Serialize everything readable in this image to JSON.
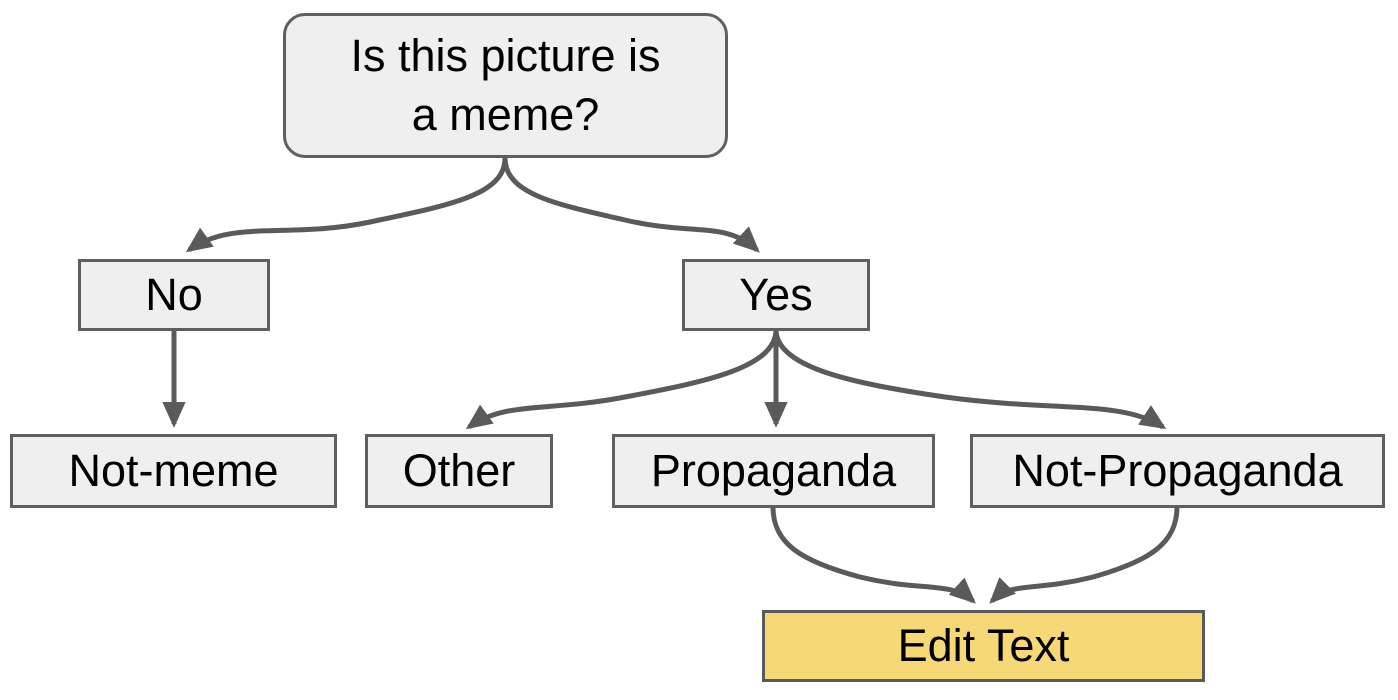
{
  "diagram": {
    "type": "flowchart-decision-tree",
    "nodes": {
      "root": {
        "label_line1": "Is this picture is",
        "label_line2": "a meme?",
        "shape": "rounded-rectangle"
      },
      "no": {
        "label": "No",
        "shape": "rectangle"
      },
      "yes": {
        "label": "Yes",
        "shape": "rectangle"
      },
      "not_meme": {
        "label": "Not-meme",
        "shape": "rectangle"
      },
      "other": {
        "label": "Other",
        "shape": "rectangle"
      },
      "propaganda": {
        "label": "Propaganda",
        "shape": "rectangle"
      },
      "not_propaganda": {
        "label": "Not-Propaganda",
        "shape": "rectangle"
      },
      "edit_text": {
        "label": "Edit Text",
        "shape": "rectangle",
        "highlighted": true
      }
    },
    "edges": [
      {
        "from": "root",
        "to": "no"
      },
      {
        "from": "root",
        "to": "yes"
      },
      {
        "from": "no",
        "to": "not_meme"
      },
      {
        "from": "yes",
        "to": "other"
      },
      {
        "from": "yes",
        "to": "propaganda"
      },
      {
        "from": "yes",
        "to": "not_propaganda"
      },
      {
        "from": "propaganda",
        "to": "edit_text"
      },
      {
        "from": "not_propaganda",
        "to": "edit_text"
      }
    ],
    "colors": {
      "node_fill": "#efefef",
      "node_border": "#5f5f5f",
      "arrow": "#5a5a5a",
      "highlight_fill": "#f7d876",
      "text": "#000000",
      "background": "#ffffff"
    }
  }
}
